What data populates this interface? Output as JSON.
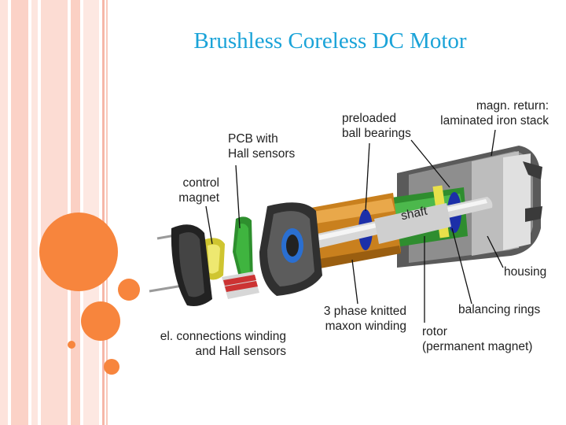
{
  "slide": {
    "title": "Brushless Coreless DC Motor"
  },
  "labels": {
    "pcb": [
      "PCB with",
      "Hall sensors"
    ],
    "control_magnet": [
      "control",
      "magnet"
    ],
    "bearings": [
      "preloaded",
      "ball bearings"
    ],
    "magn_return": [
      "magn. return:",
      "laminated iron stack"
    ],
    "shaft": "shaft",
    "housing": "housing",
    "balancing_rings": "balancing rings",
    "winding": [
      "3 phase knitted",
      "maxon winding"
    ],
    "rotor": [
      "rotor",
      "(permanent magnet)"
    ],
    "connections": [
      "el. connections winding",
      "and Hall sensors"
    ]
  },
  "colors": {
    "title": "#1aa3d8",
    "accent_orange": "#f7853d",
    "stripe_light": "#fbd5cc",
    "stripe_mid": "#f6b7a8"
  }
}
